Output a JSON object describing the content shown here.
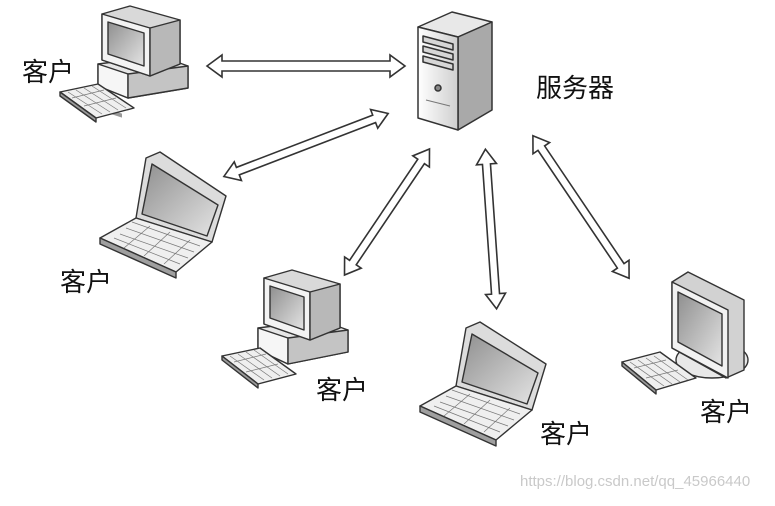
{
  "labels": {
    "server": "服务器",
    "client_1": "客户",
    "client_2": "客户",
    "client_3": "客户",
    "client_4": "客户",
    "client_5": "客户"
  },
  "watermark": "https://blog.csdn.net/qq_45966440",
  "icons": {
    "server": "server-tower-icon",
    "client_1": "desktop-computer-icon",
    "client_2": "laptop-icon",
    "client_3": "desktop-computer-icon",
    "client_4": "laptop-icon",
    "client_5": "flat-monitor-icon"
  },
  "colors": {
    "outline": "#333333",
    "fill_light": "#f2f2f2",
    "fill_mid": "#c8c8c8",
    "screen": "#bfbfbf"
  }
}
